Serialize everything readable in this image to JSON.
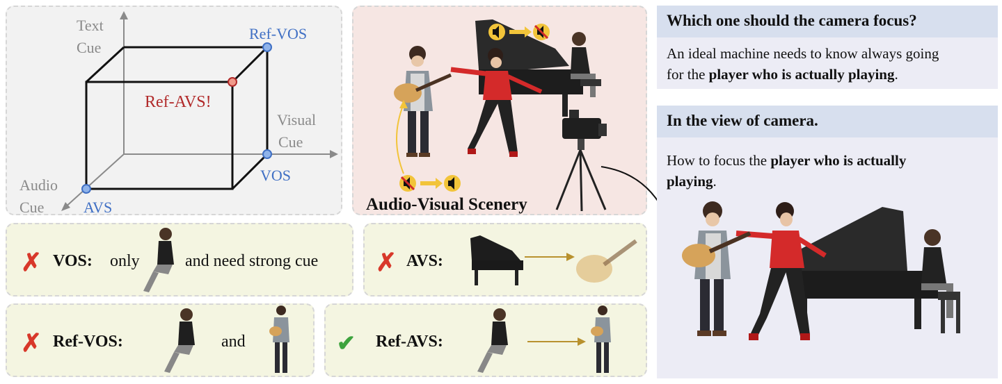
{
  "cube": {
    "axis_text": "Text",
    "axis_text_cue": "Cue",
    "axis_visual": "Visual",
    "axis_visual_cue": "Cue",
    "axis_audio": "Audio",
    "axis_audio_cue": "Cue",
    "ref_vos": "Ref-VOS",
    "ref_avs": "Ref-AVS!",
    "vos": "VOS",
    "avs": "AVS",
    "colors": {
      "blue": "#3f6fc4",
      "red": "#b12a2a",
      "axis": "#888888"
    }
  },
  "scene": {
    "caption": "Audio-Visual Scenery"
  },
  "question": {
    "title": "Which one should the camera focus?",
    "line1": "An ideal machine needs to know always going",
    "line2_prefix": "for the ",
    "line2_bold": "player who is actually playing",
    "line2_suffix": "."
  },
  "camera_view": {
    "title": "In the view of camera.",
    "line1_prefix": "How to focus the ",
    "line1_bold": "player who is actually",
    "line2_bold": "playing",
    "line2_suffix": "."
  },
  "rows": {
    "vos": {
      "label": "VOS:",
      "pre": "only",
      "post": "and need strong cue"
    },
    "avs": {
      "label": "AVS:"
    },
    "refvos": {
      "label": "Ref-VOS:",
      "mid": "and"
    },
    "refavs": {
      "label": "Ref-AVS:"
    }
  },
  "marks": {
    "cross": "✗",
    "check": "✔"
  }
}
